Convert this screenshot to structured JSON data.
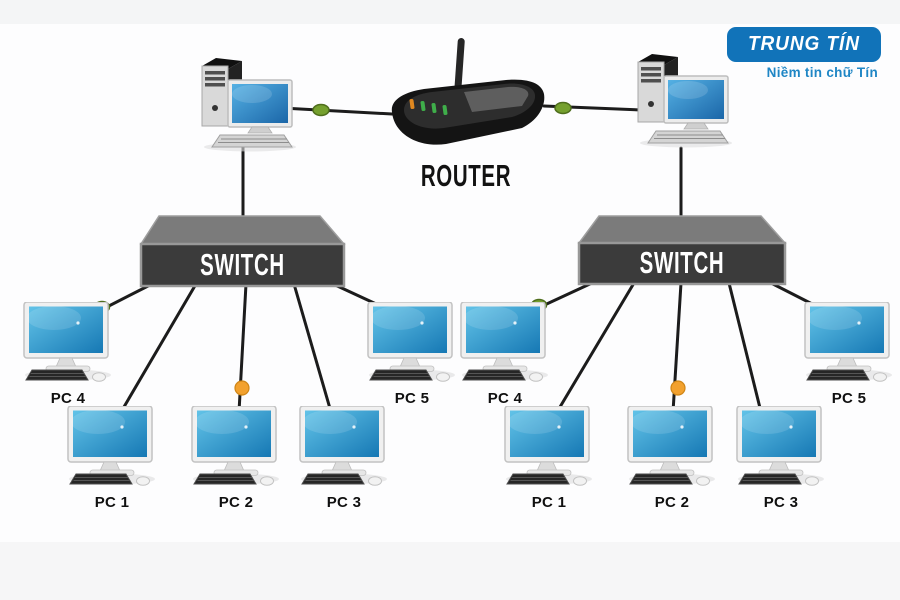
{
  "header": {
    "logo": {
      "brand": "TRUNG TÍN",
      "tagline": "Niềm tin chữ Tín",
      "box_color": "#1173b9",
      "tagline_color": "#1f86c5"
    }
  },
  "diagram": {
    "router": {
      "label": "ROUTER"
    },
    "groups": [
      {
        "side": "left",
        "switch_label": "SWITCH",
        "pcs": [
          {
            "label": "PC 4"
          },
          {
            "label": "PC 5"
          },
          {
            "label": "PC 1"
          },
          {
            "label": "PC 2"
          },
          {
            "label": "PC 3"
          }
        ]
      },
      {
        "side": "right",
        "switch_label": "SWITCH",
        "pcs": [
          {
            "label": "PC 4"
          },
          {
            "label": "PC 5"
          },
          {
            "label": "PC 1"
          },
          {
            "label": "PC 2"
          },
          {
            "label": "PC 3"
          }
        ]
      }
    ],
    "colors": {
      "cable": "#1c1c1c",
      "status_green": "#75a02e",
      "status_orange": "#f2a12e",
      "status_red": "#e53212",
      "switch_front": "#3b3b3b",
      "switch_top": "#7b7b7b",
      "screen_blue": "#2f9fd6",
      "router_body": "#141414"
    }
  }
}
